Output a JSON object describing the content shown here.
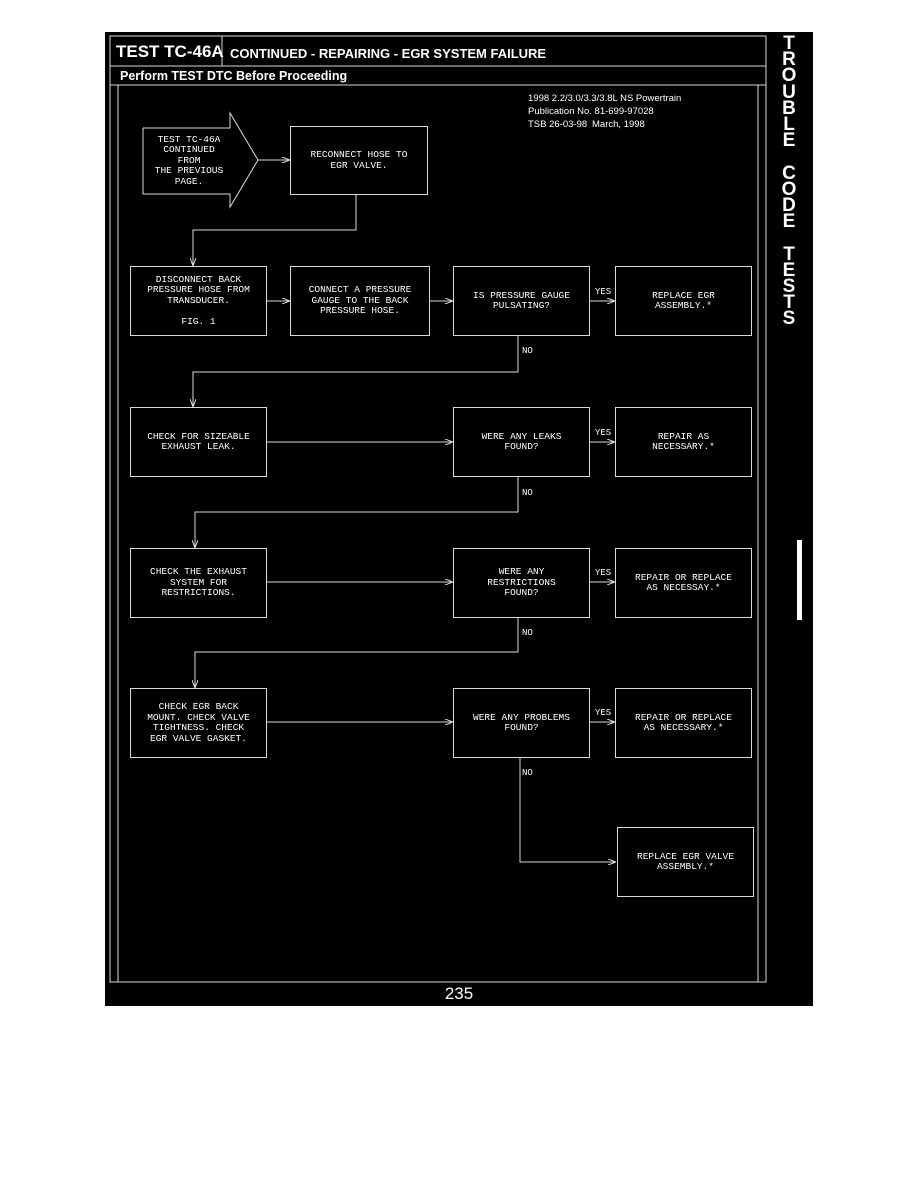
{
  "header": {
    "test_id": "TEST TC-46A",
    "title": "CONTINUED - REPAIRING - EGR SYSTEM FAILURE",
    "subtitle": "Perform TEST DTC Before Proceeding"
  },
  "side_tab": [
    "T",
    "R",
    "O",
    "U",
    "B",
    "L",
    "E",
    "",
    "C",
    "O",
    "D",
    "E",
    "",
    "T",
    "E",
    "S",
    "T",
    "S"
  ],
  "meta": {
    "line1": "1998 2.2/3.0/3.3/3.8L NS Powertrain",
    "line2": "Publication No. 81-699-97028",
    "line3_a": "TSB 26-03-98",
    "line3_b": "March, 1998"
  },
  "flow": {
    "start": [
      "TEST TC-46A",
      "CONTINUED FROM",
      "THE PREVIOUS",
      "PAGE."
    ],
    "reconnect": [
      "RECONNECT HOSE TO",
      "EGR VALVE."
    ],
    "disconnect": [
      "DISCONNECT BACK",
      "PRESSURE HOSE FROM",
      "TRANSDUCER.",
      "",
      "FIG. 1"
    ],
    "connect": [
      "CONNECT A PRESSURE",
      "GAUGE TO THE BACK",
      "PRESSURE HOSE."
    ],
    "q1": [
      "IS PRESSURE GAUGE",
      "PULSATING?"
    ],
    "a1": [
      "REPLACE EGR",
      "ASSEMBLY.*"
    ],
    "check_leak": [
      "CHECK FOR SIZEABLE",
      "EXHAUST LEAK."
    ],
    "q2": [
      "WERE ANY LEAKS",
      "FOUND?"
    ],
    "a2": [
      "REPAIR AS",
      "NECESSARY.*"
    ],
    "check_exhaust": [
      "CHECK THE EXHAUST",
      "SYSTEM FOR",
      "RESTRICTIONS."
    ],
    "q3": [
      "WERE ANY",
      "RESTRICTIONS",
      "FOUND?"
    ],
    "a3": [
      "REPAIR OR REPLACE",
      "AS NECESSAY.*"
    ],
    "check_mount": [
      "CHECK EGR BACK",
      "MOUNT. CHECK VALVE",
      "TIGHTNESS. CHECK",
      "EGR VALVE GASKET."
    ],
    "q4": [
      "WERE ANY PROBLEMS",
      "FOUND?"
    ],
    "a4": [
      "REPAIR OR REPLACE",
      "AS NECESSARY.*"
    ],
    "final": [
      "REPLACE EGR VALVE",
      "ASSEMBLY.*"
    ],
    "yes": "YES",
    "no": "NO"
  },
  "page_number": "235"
}
